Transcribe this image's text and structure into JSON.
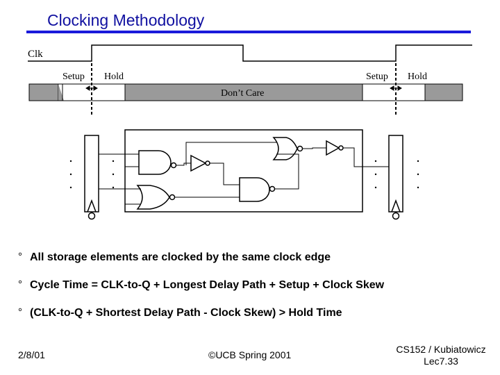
{
  "slide": {
    "title": "Clocking Methodology",
    "clock_label": "Clk",
    "setup_label_1": "Setup",
    "hold_label_1": "Hold",
    "setup_label_2": "Setup",
    "hold_label_2": "Hold",
    "dont_care_label": "Don’t Care"
  },
  "bullets": [
    {
      "mark": "°",
      "text": "All storage elements are clocked by the same clock edge"
    },
    {
      "mark": "°",
      "text": "Cycle Time = CLK-to-Q + Longest Delay Path + Setup + Clock Skew"
    },
    {
      "mark": "°",
      "text": "(CLK-to-Q + Shortest Delay Path - Clock Skew)  >  Hold Time"
    }
  ],
  "footer": {
    "date": "2/8/01",
    "copyright": "©UCB Spring 2001",
    "course": "CS152 / Kubiatowicz",
    "lecture": "Lec7.33"
  }
}
